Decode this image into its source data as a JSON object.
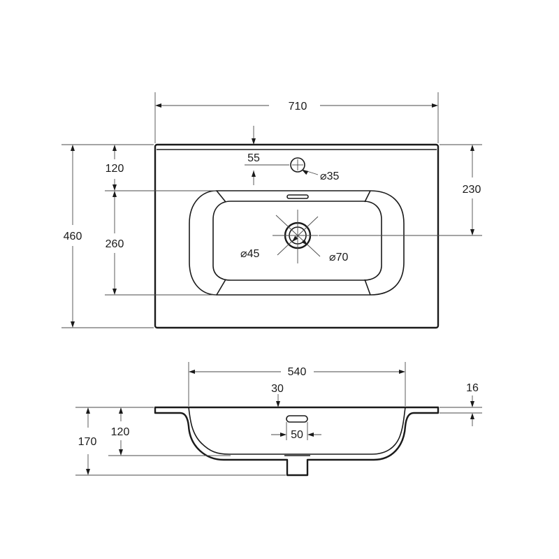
{
  "plan_view": {
    "width": "710",
    "depth": "460",
    "tap_hole_setback": "120",
    "tap_hole_offset": "55",
    "tap_hole_diameter": "⌀35",
    "bowl_length": "260",
    "front_to_drain": "230",
    "drain_inner_diameter": "⌀45",
    "drain_outer_diameter": "⌀70"
  },
  "section_view": {
    "bowl_width": "540",
    "overflow_depth": "30",
    "rim_thickness": "16",
    "overflow_width": "50",
    "bowl_depth": "120",
    "total_height": "170"
  },
  "colors": {
    "outline": "#1a1a1a",
    "dimension_line": "#4a4a4a",
    "background": "#ffffff"
  }
}
